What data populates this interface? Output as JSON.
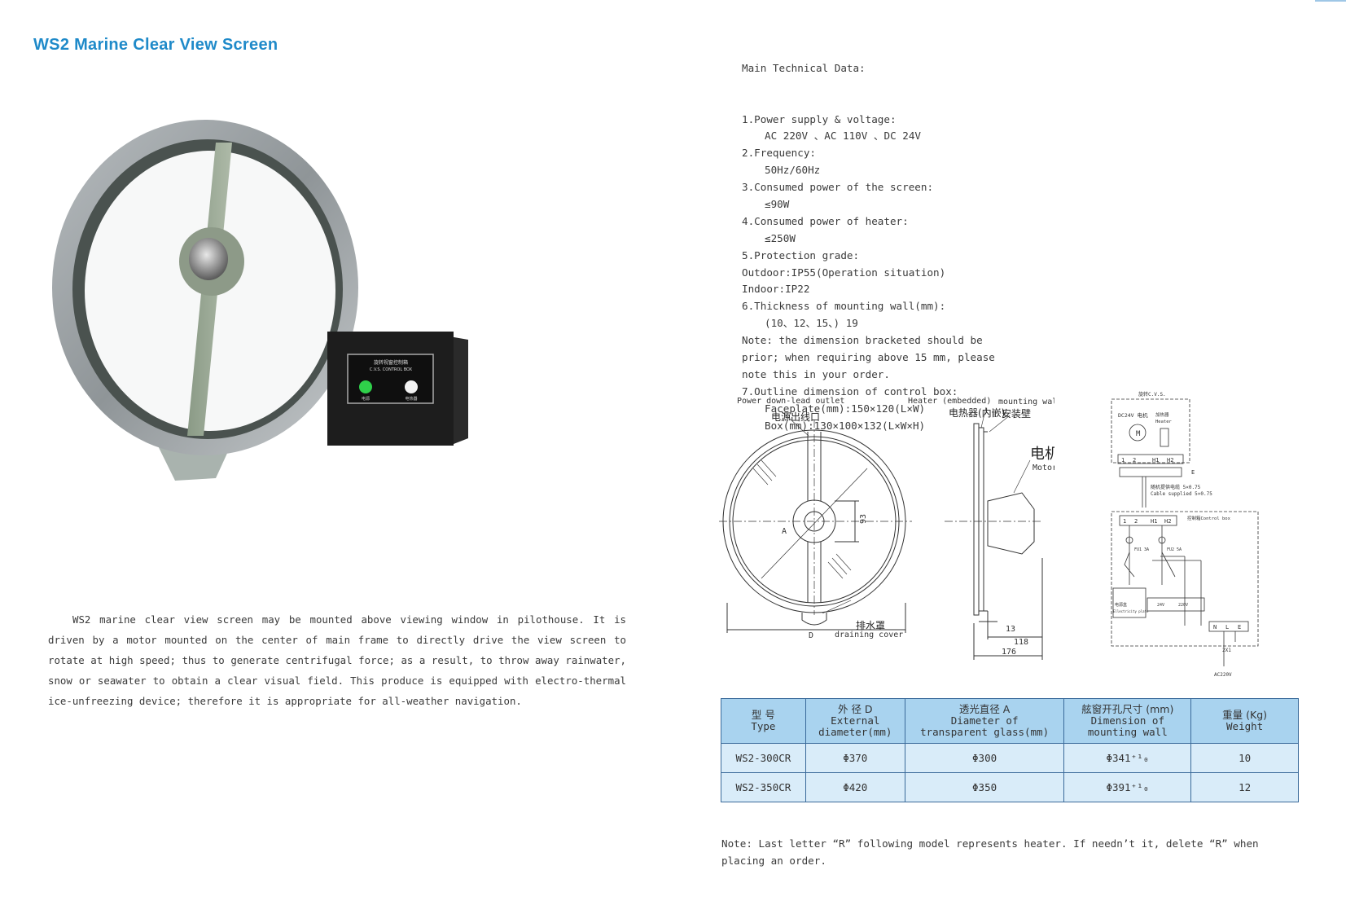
{
  "header": {
    "title": "WS2 Marine Clear View Screen"
  },
  "product_photo": {
    "control_box_title_cn": "旋转视窗控制箱",
    "control_box_title_en": "C.V.S. CONTROL BOX",
    "button_left_label": "电源",
    "button_right_label": "电热器"
  },
  "description": "WS2 marine clear view screen may be mounted above viewing window in pilothouse. It is driven by a motor mounted on the center of main frame to directly drive the view screen to rotate at high speed; thus to generate centrifugal force; as a result, to throw away rainwater, snow or seawater to obtain a clear visual field. This produce is equipped with electro-thermal ice-unfreezing device; therefore it is appropriate for all-weather navigation.",
  "specs": {
    "heading": "Main Technical Data:",
    "lines": [
      {
        "text": "1.Power supply & voltage:",
        "indent": false
      },
      {
        "text": "AC 220V 、AC 110V 、DC 24V",
        "indent": true
      },
      {
        "text": "2.Frequency:",
        "indent": false
      },
      {
        "text": "50Hz/60Hz",
        "indent": true
      },
      {
        "text": "3.Consumed power of the screen:",
        "indent": false
      },
      {
        "text": "≤90W",
        "indent": true
      },
      {
        "text": "4.Consumed power of heater:",
        "indent": false
      },
      {
        "text": "≤250W",
        "indent": true
      },
      {
        "text": "5.Protection grade:",
        "indent": false
      },
      {
        "text": "Outdoor:IP55(Operation situation)",
        "indent": false
      },
      {
        "text": "Indoor:IP22",
        "indent": false
      },
      {
        "text": "6.Thickness of mounting wall(mm):",
        "indent": false
      },
      {
        "text": "(10、12、15、) 19",
        "indent": true
      },
      {
        "text": "Note: the dimension bracketed should be",
        "indent": false
      },
      {
        "text": "prior; when requiring above 15 mm, please",
        "indent": false
      },
      {
        "text": "note this in your order.",
        "indent": false
      },
      {
        "text": "7.Outline dimension of control box:",
        "indent": false
      },
      {
        "text": "Faceplate(mm):150×120(L×W)",
        "indent": true
      },
      {
        "text": "Box(mm):130×100×132(L×W×H)",
        "indent": true
      }
    ]
  },
  "drawing": {
    "power_outlet_en": "Power down-lead outlet",
    "power_outlet_cn": "电源出线口",
    "heater_en": "Heater (embedded)",
    "heater_cn": "电热器(内嵌)",
    "mounting_wall_en": "mounting wall",
    "mounting_wall_cn": "安装壁",
    "motor_cn": "电机",
    "motor_en": "Motor",
    "drain_cn": "排水罩",
    "drain_en": "draining cover",
    "dim_D": "D",
    "dim_A": "A",
    "dim_93": "93",
    "dim_13": "13",
    "dim_118": "118",
    "dim_176": "176"
  },
  "wiring": {
    "cvs_label": "旋转C.V.S.",
    "dc24v_label": "DC24V 电机",
    "heater_cn": "加热器",
    "heater_en": "Heater",
    "motor_symbol": "M",
    "terminals_top": [
      "1",
      "2",
      "H1",
      "H2"
    ],
    "earth_label": "E",
    "cable_cn": "随机提供电缆 5×0.75",
    "cable_en": "Cable supplied 5×0.75",
    "control_box_label": "控制箱Control box",
    "terminals_mid": [
      "1",
      "2",
      "H1",
      "H2"
    ],
    "fuse_left": "FU1 3A",
    "fuse_right": "FU2 5A",
    "supply_box_cn": "电源盒",
    "supply_box_en": "Ellectricity plate",
    "k1_label": "24V",
    "k2_label": "220V",
    "terminals_bottom": [
      "N",
      "L",
      "E"
    ],
    "switch_label": "2X1",
    "mains_label": "AC220V"
  },
  "table": {
    "headers": [
      {
        "cn": "型 号",
        "en": [
          "Type"
        ]
      },
      {
        "cn": "外 径 D",
        "en": [
          "External",
          "diameter(mm)"
        ]
      },
      {
        "cn": "透光直径 A",
        "en": [
          "Diameter of",
          "transparent glass(mm)"
        ]
      },
      {
        "cn": "舷窗开孔尺寸 (mm)",
        "en": [
          "Dimension of",
          "mounting wall"
        ]
      },
      {
        "cn": "重量 (Kg)",
        "en": [
          "Weight"
        ]
      }
    ],
    "rows": [
      [
        "WS2-300CR",
        "Φ370",
        "Φ300",
        "Φ341⁺¹₀",
        "10"
      ],
      [
        "WS2-350CR",
        "Φ420",
        "Φ350",
        "Φ391⁺¹₀",
        "12"
      ]
    ]
  },
  "note": "Note: Last letter “R” following model represents heater. If needn’t it, delete “R” when placing an order.",
  "colors": {
    "title": "#1f8ac9",
    "table_header": "#a9d3ef",
    "table_body": "#d9ecf9",
    "table_border": "#3a6a9a"
  }
}
